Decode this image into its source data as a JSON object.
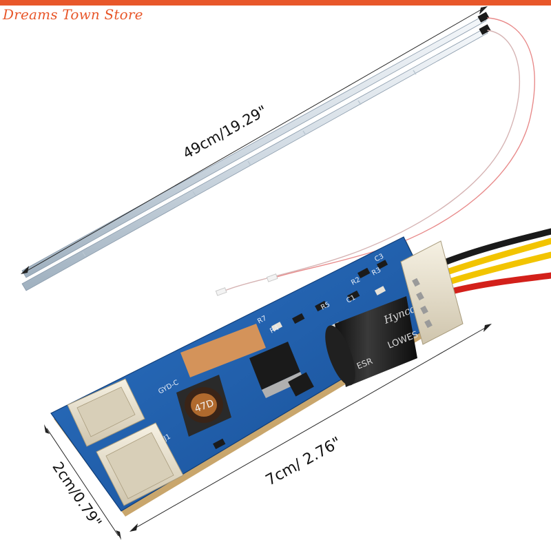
{
  "watermark": {
    "store_name": "Dreams Town Store"
  },
  "dimensions": {
    "strip_length": "49cm/19.29\"",
    "board_length": "7cm/ 2.76\"",
    "board_width": "2cm/0.79\""
  },
  "board_markings": {
    "inductor": "47D",
    "capacitor_brand": "Hyncd",
    "capacitor_line1": "LOWES",
    "capacitor_line2": "ESR",
    "silk_ref": "GYD-C",
    "r2": "R2",
    "r3": "R3",
    "r5": "R5",
    "r7": "R7",
    "c1": "C1",
    "c3": "C3",
    "r4": "R4",
    "j1": "J1"
  },
  "colors": {
    "accent": "#e8572a",
    "pcb": "#1f5fae",
    "strip": "#d9e2ea",
    "wire_yellow": "#f2c400",
    "wire_red": "#d3201a",
    "wire_black": "#1a1a1a",
    "connector": "#eee6d2"
  }
}
